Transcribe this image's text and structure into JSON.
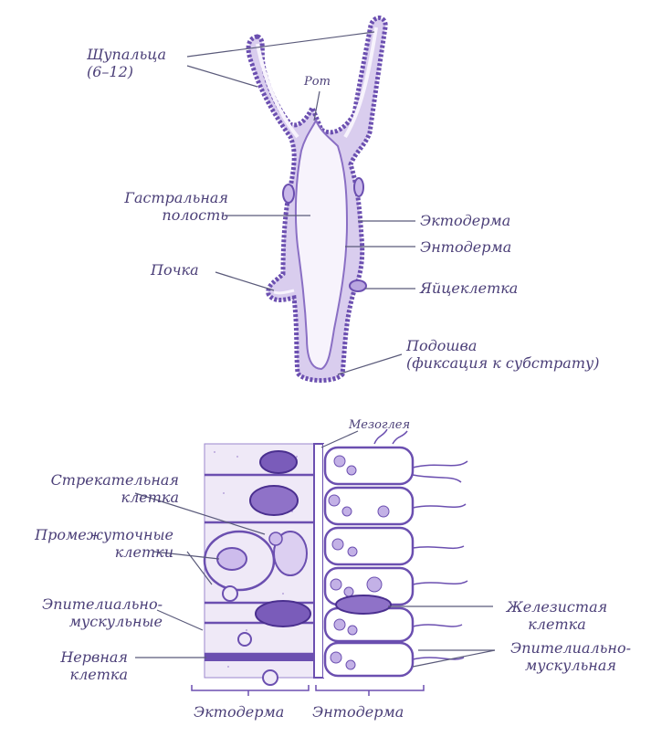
{
  "colors": {
    "ink": "#6b4fb0",
    "ink_dark": "#4a2f8f",
    "fill": "#d9cdee",
    "tissue": "#efe9f7",
    "line": "#5a5a7a",
    "label": "#4b3f78"
  },
  "top_labels": {
    "tentacles_line1": "Щупальца",
    "tentacles_line2": "(6–12)",
    "mouth": "Рот",
    "gastral_line1": "Гастральная",
    "gastral_line2": "полость",
    "ectoderm": "Эктодерма",
    "entoderm": "Энтодерма",
    "bud": "Почка",
    "egg": "Яйцеклетка",
    "sole_line1": "Подошва",
    "sole_line2": "(фиксация к субстрату)"
  },
  "bottom_labels": {
    "mesoglea": "Мезоглея",
    "stinging_line1": "Стрекательная",
    "stinging_line2": "клетка",
    "intermediate_line1": "Промежуточные",
    "intermediate_line2": "клетки",
    "epimusc_left_line1": "Эпителиально-",
    "epimusc_left_line2": "мускульные",
    "nerve_line1": "Нервная",
    "nerve_line2": "клетка",
    "gland_line1": "Железистая",
    "gland_line2": "клетка",
    "epimusc_right_line1": "Эпителиально-",
    "epimusc_right_line2": "мускульная",
    "bottom_ecto": "Эктодерма",
    "bottom_ento": "Энтодерма"
  }
}
